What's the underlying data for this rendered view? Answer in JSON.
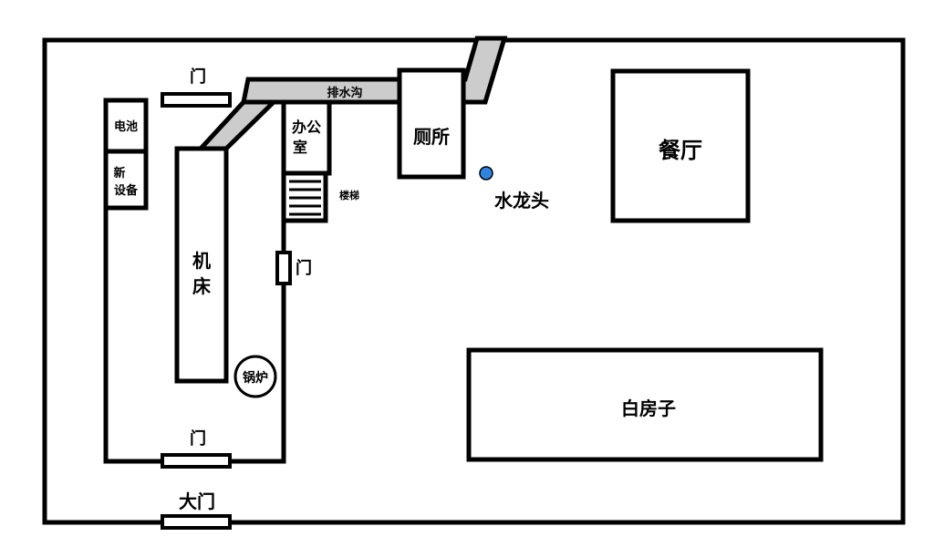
{
  "labels": {
    "door_top": "门",
    "door_mid": "门",
    "door_bottom": "门",
    "main_gate": "大门",
    "drain": "排水沟",
    "battery": "电池",
    "new_equipment_1": "新",
    "new_equipment_2": "设备",
    "machine_tool_1": "机",
    "machine_tool_2": "床",
    "office_1": "办公",
    "office_2": "室",
    "stairs": "楼梯",
    "toilet": "厕所",
    "faucet": "水龙头",
    "boiler": "锅炉",
    "dining_hall": "餐厅",
    "white_house": "白房子"
  },
  "colors": {
    "wall": "#000000",
    "drain_fill": "#cccccc",
    "faucet": "#2f86e0",
    "background": "#ffffff"
  }
}
